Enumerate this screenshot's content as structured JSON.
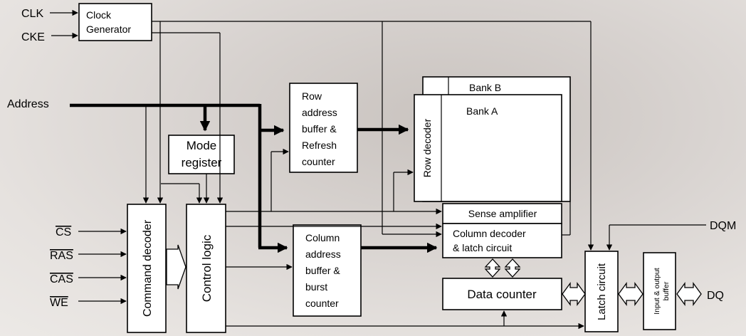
{
  "inputs": {
    "clk": "CLK",
    "cke": "CKE",
    "address": "Address",
    "cs": "CS",
    "ras": "RAS",
    "cas": "CAS",
    "we": "WE",
    "dqm": "DQM",
    "dq": "DQ"
  },
  "blocks": {
    "clock_generator": [
      "Clock",
      "Generator"
    ],
    "mode_register": [
      "Mode",
      "register"
    ],
    "command_decoder": "Command decoder",
    "control_logic": "Control logic",
    "row_buffer": [
      "Row",
      "address",
      "buffer &",
      "Refresh",
      "counter"
    ],
    "column_buffer": [
      "Column",
      "address",
      "buffer &",
      "burst",
      "counter"
    ],
    "bank_b": "Bank B",
    "bank_a": "Bank A",
    "row_decoder": "Row decoder",
    "sense_amplifier": "Sense amplifier",
    "column_decoder": [
      "Column decoder",
      "& latch circuit"
    ],
    "data_counter": "Data counter",
    "latch_circuit": "Latch circuit",
    "io_buffer": [
      "Input & output",
      "buffer"
    ]
  }
}
